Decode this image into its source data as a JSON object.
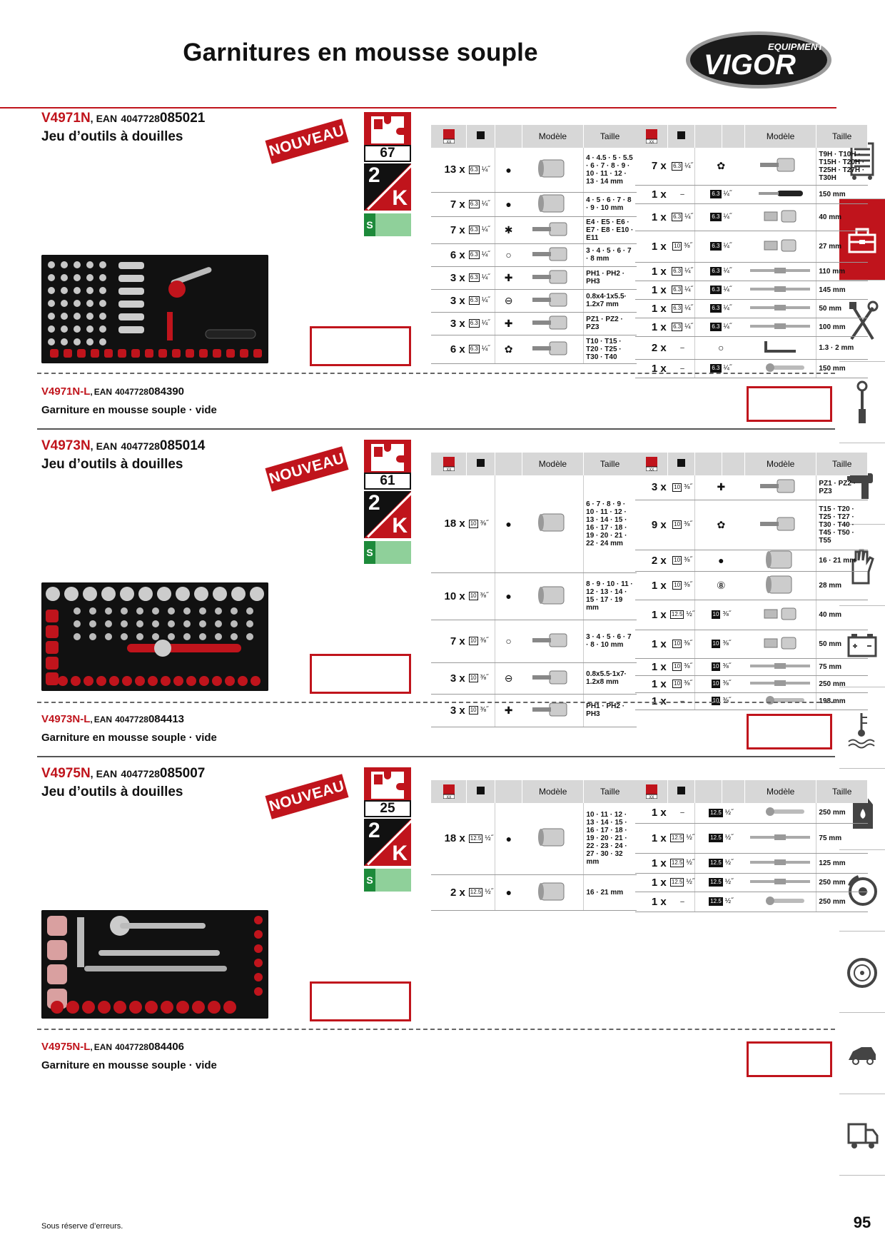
{
  "page": {
    "title": "Garnitures en mousse souple",
    "brand_main": "VIGOR",
    "brand_sub": "EQUIPMENT",
    "footer_note": "Sous réserve d’erreurs.",
    "page_number": "95",
    "accent_color": "#c0141c"
  },
  "sidebar": {
    "items": [
      {
        "icon": "tool-cabinet-icon",
        "active": false
      },
      {
        "icon": "toolbox-icon",
        "active": true
      },
      {
        "icon": "wrench-screwdriver-icon",
        "active": false
      },
      {
        "icon": "torque-tool-icon",
        "active": false
      },
      {
        "icon": "impact-wrench-icon",
        "active": false
      },
      {
        "icon": "gloves-icon",
        "active": false
      },
      {
        "icon": "battery-icon",
        "active": false
      },
      {
        "icon": "coolant-icon",
        "active": false
      },
      {
        "icon": "oil-canister-icon",
        "active": false
      },
      {
        "icon": "brake-disc-icon",
        "active": false
      },
      {
        "icon": "wheel-icon",
        "active": false
      },
      {
        "icon": "car-body-icon",
        "active": false
      },
      {
        "icon": "truck-icon",
        "active": false
      }
    ]
  },
  "headers": {
    "modele": "Modèle",
    "taille": "Taille",
    "xx": "XX"
  },
  "badges": {
    "new": "NOUVEAU",
    "two": "2",
    "k": "K",
    "s": "S"
  },
  "sections": [
    {
      "sku": "V4971N",
      "comma": ",",
      "ean_label": "EAN",
      "ean_prefix": "4047728",
      "ean_suffix": "085021",
      "title": "Jeu d’outils à douilles",
      "count": "67",
      "vide_sku": "V4971N-L",
      "vide_ean_prefix": "4047728",
      "vide_ean_suffix": "084390",
      "vide_desc": "Garniture en mousse souple · vide",
      "left_rows": [
        {
          "qty": "13 x",
          "drv": "6.3",
          "frac": "¼˝",
          "sym": "●",
          "size": "4 · 4.5 · 5 · 5.5 · 6 · 7 · 8 · 9 · 10 · 11 · 12 · 13 · 14 mm"
        },
        {
          "qty": "7 x",
          "drv": "6.3",
          "frac": "¼˝",
          "sym": "●",
          "size": "4 · 5 · 6 · 7 · 8 · 9 · 10 mm"
        },
        {
          "qty": "7 x",
          "drv": "6.3",
          "frac": "¼˝",
          "sym": "✱",
          "size": "E4 · E5 · E6 · E7 · E8 · E10 · E11"
        },
        {
          "qty": "6 x",
          "drv": "6.3",
          "frac": "¼˝",
          "sym": "○",
          "size": "3 · 4 · 5 · 6 · 7 · 8 mm"
        },
        {
          "qty": "3 x",
          "drv": "6.3",
          "frac": "¼˝",
          "sym": "✚",
          "size": "PH1 · PH2 · PH3"
        },
        {
          "qty": "3 x",
          "drv": "6.3",
          "frac": "¼˝",
          "sym": "⊖",
          "size": "0.8x4·1x5.5· 1.2x7 mm"
        },
        {
          "qty": "3 x",
          "drv": "6.3",
          "frac": "¼˝",
          "sym": "✚",
          "size": "PZ1 · PZ2 · PZ3"
        },
        {
          "qty": "6 x",
          "drv": "6.3",
          "frac": "¼˝",
          "sym": "✿",
          "size": "T10 · T15 · T20 · T25 · T30 · T40"
        }
      ],
      "right_rows": [
        {
          "qty": "7 x",
          "drv": "6.3",
          "frac": "¼˝",
          "out": "",
          "outfrac": "",
          "sym": "✿",
          "size": "T9H · T10H · T15H · T20H · T25H · T27H · T30H"
        },
        {
          "qty": "1 x",
          "drv": "–",
          "frac": "",
          "out": "6.3",
          "outfrac": "¼˝",
          "sym": "",
          "size": "150 mm"
        },
        {
          "qty": "1 x",
          "drv": "6.3",
          "frac": "¼˝",
          "out": "6.3",
          "outfrac": "¼˝",
          "sym": "",
          "size": "40 mm"
        },
        {
          "qty": "1 x",
          "drv": "10",
          "frac": "⅜˝",
          "out": "6.3",
          "outfrac": "¼˝",
          "sym": "",
          "size": "27 mm"
        },
        {
          "qty": "1 x",
          "drv": "6.3",
          "frac": "¼˝",
          "out": "6.3",
          "outfrac": "¼˝",
          "sym": "",
          "size": "110 mm"
        },
        {
          "qty": "1 x",
          "drv": "6.3",
          "frac": "¼˝",
          "out": "6.3",
          "outfrac": "¼˝",
          "sym": "",
          "size": "145 mm"
        },
        {
          "qty": "1 x",
          "drv": "6.3",
          "frac": "¼˝",
          "out": "6.3",
          "outfrac": "¼˝",
          "sym": "",
          "size": "50 mm"
        },
        {
          "qty": "1 x",
          "drv": "6.3",
          "frac": "¼˝",
          "out": "6.3",
          "outfrac": "¼˝",
          "sym": "",
          "size": "100 mm"
        },
        {
          "qty": "2 x",
          "drv": "–",
          "frac": "",
          "out": "",
          "outfrac": "",
          "sym": "○",
          "size": "1.3 · 2 mm"
        },
        {
          "qty": "1 x",
          "drv": "–",
          "frac": "",
          "out": "6.3",
          "outfrac": "¼˝",
          "sym": "",
          "size": "150 mm"
        }
      ]
    },
    {
      "sku": "V4973N",
      "comma": ",",
      "ean_label": "EAN",
      "ean_prefix": "4047728",
      "ean_suffix": "085014",
      "title": "Jeu d’outils à douilles",
      "count": "61",
      "vide_sku": "V4973N-L",
      "vide_ean_prefix": "4047728",
      "vide_ean_suffix": "084413",
      "vide_desc": "Garniture en mousse souple · vide",
      "left_rows": [
        {
          "qty": "18 x",
          "drv": "10",
          "frac": "⅜˝",
          "sym": "●",
          "size": "6 · 7 · 8 · 9 · 10 · 11 · 12 · 13 · 14 · 15 · 16 · 17 · 18 · 19 · 20 · 21 · 22 · 24 mm"
        },
        {
          "qty": "10 x",
          "drv": "10",
          "frac": "⅜˝",
          "sym": "●",
          "size": "8 · 9 · 10 · 11 · 12 · 13 · 14 · 15 · 17 · 19 mm"
        },
        {
          "qty": "7 x",
          "drv": "10",
          "frac": "⅜˝",
          "sym": "○",
          "size": "3 · 4 · 5 · 6 · 7 · 8 · 10 mm"
        },
        {
          "qty": "3 x",
          "drv": "10",
          "frac": "⅜˝",
          "sym": "⊖",
          "size": "0.8x5.5·1x7· 1.2x8 mm"
        },
        {
          "qty": "3 x",
          "drv": "10",
          "frac": "⅜˝",
          "sym": "✚",
          "size": "PH1 · PH2 · PH3"
        }
      ],
      "right_rows": [
        {
          "qty": "3 x",
          "drv": "10",
          "frac": "⅜˝",
          "out": "",
          "outfrac": "",
          "sym": "✚",
          "size": "PZ1 · PZ2 · PZ3"
        },
        {
          "qty": "9 x",
          "drv": "10",
          "frac": "⅜˝",
          "out": "",
          "outfrac": "",
          "sym": "✿",
          "size": "T15 · T20 · T25 · T27 · T30 · T40 · T45 · T50 · T55"
        },
        {
          "qty": "2 x",
          "drv": "10",
          "frac": "⅜˝",
          "out": "",
          "outfrac": "",
          "sym": "●",
          "size": "16 · 21 mm"
        },
        {
          "qty": "1 x",
          "drv": "10",
          "frac": "⅜˝",
          "out": "",
          "outfrac": "",
          "sym": "⑧",
          "size": "28 mm"
        },
        {
          "qty": "1 x",
          "drv": "12.5",
          "frac": "½˝",
          "out": "10",
          "outfrac": "⅜˝",
          "sym": "",
          "size": "40 mm"
        },
        {
          "qty": "1 x",
          "drv": "10",
          "frac": "⅜˝",
          "out": "10",
          "outfrac": "⅜˝",
          "sym": "",
          "size": "50 mm"
        },
        {
          "qty": "1 x",
          "drv": "10",
          "frac": "⅜˝",
          "out": "10",
          "outfrac": "⅜˝",
          "sym": "",
          "size": "75 mm"
        },
        {
          "qty": "1 x",
          "drv": "10",
          "frac": "⅜˝",
          "out": "10",
          "outfrac": "⅜˝",
          "sym": "",
          "size": "250 mm"
        },
        {
          "qty": "1 x",
          "drv": "–",
          "frac": "",
          "out": "10",
          "outfrac": "⅜˝",
          "sym": "",
          "size": "198 mm"
        }
      ]
    },
    {
      "sku": "V4975N",
      "comma": ",",
      "ean_label": "EAN",
      "ean_prefix": "4047728",
      "ean_suffix": "085007",
      "title": "Jeu d’outils à douilles",
      "count": "25",
      "vide_sku": "V4975N-L",
      "vide_ean_prefix": "4047728",
      "vide_ean_suffix": "084406",
      "vide_desc": "Garniture en mousse souple · vide",
      "left_rows": [
        {
          "qty": "18 x",
          "drv": "12.5",
          "frac": "½˝",
          "sym": "●",
          "size": "10 · 11 · 12 · 13 · 14 · 15 · 16 · 17 · 18 · 19 · 20 · 21 · 22 · 23 · 24 · 27 · 30 · 32 mm"
        },
        {
          "qty": "2 x",
          "drv": "12.5",
          "frac": "½˝",
          "sym": "●",
          "size": "16 · 21 mm"
        }
      ],
      "right_rows": [
        {
          "qty": "1 x",
          "drv": "–",
          "frac": "",
          "out": "12.5",
          "outfrac": "½˝",
          "sym": "",
          "size": "250 mm"
        },
        {
          "qty": "1 x",
          "drv": "12.5",
          "frac": "½˝",
          "out": "12.5",
          "outfrac": "½˝",
          "sym": "",
          "size": "75 mm"
        },
        {
          "qty": "1 x",
          "drv": "12.5",
          "frac": "½˝",
          "out": "12.5",
          "outfrac": "½˝",
          "sym": "",
          "size": "125 mm"
        },
        {
          "qty": "1 x",
          "drv": "12.5",
          "frac": "½˝",
          "out": "12.5",
          "outfrac": "½˝",
          "sym": "",
          "size": "250 mm"
        },
        {
          "qty": "1 x",
          "drv": "–",
          "frac": "",
          "out": "12.5",
          "outfrac": "½˝",
          "sym": "",
          "size": "250 mm"
        }
      ]
    }
  ]
}
